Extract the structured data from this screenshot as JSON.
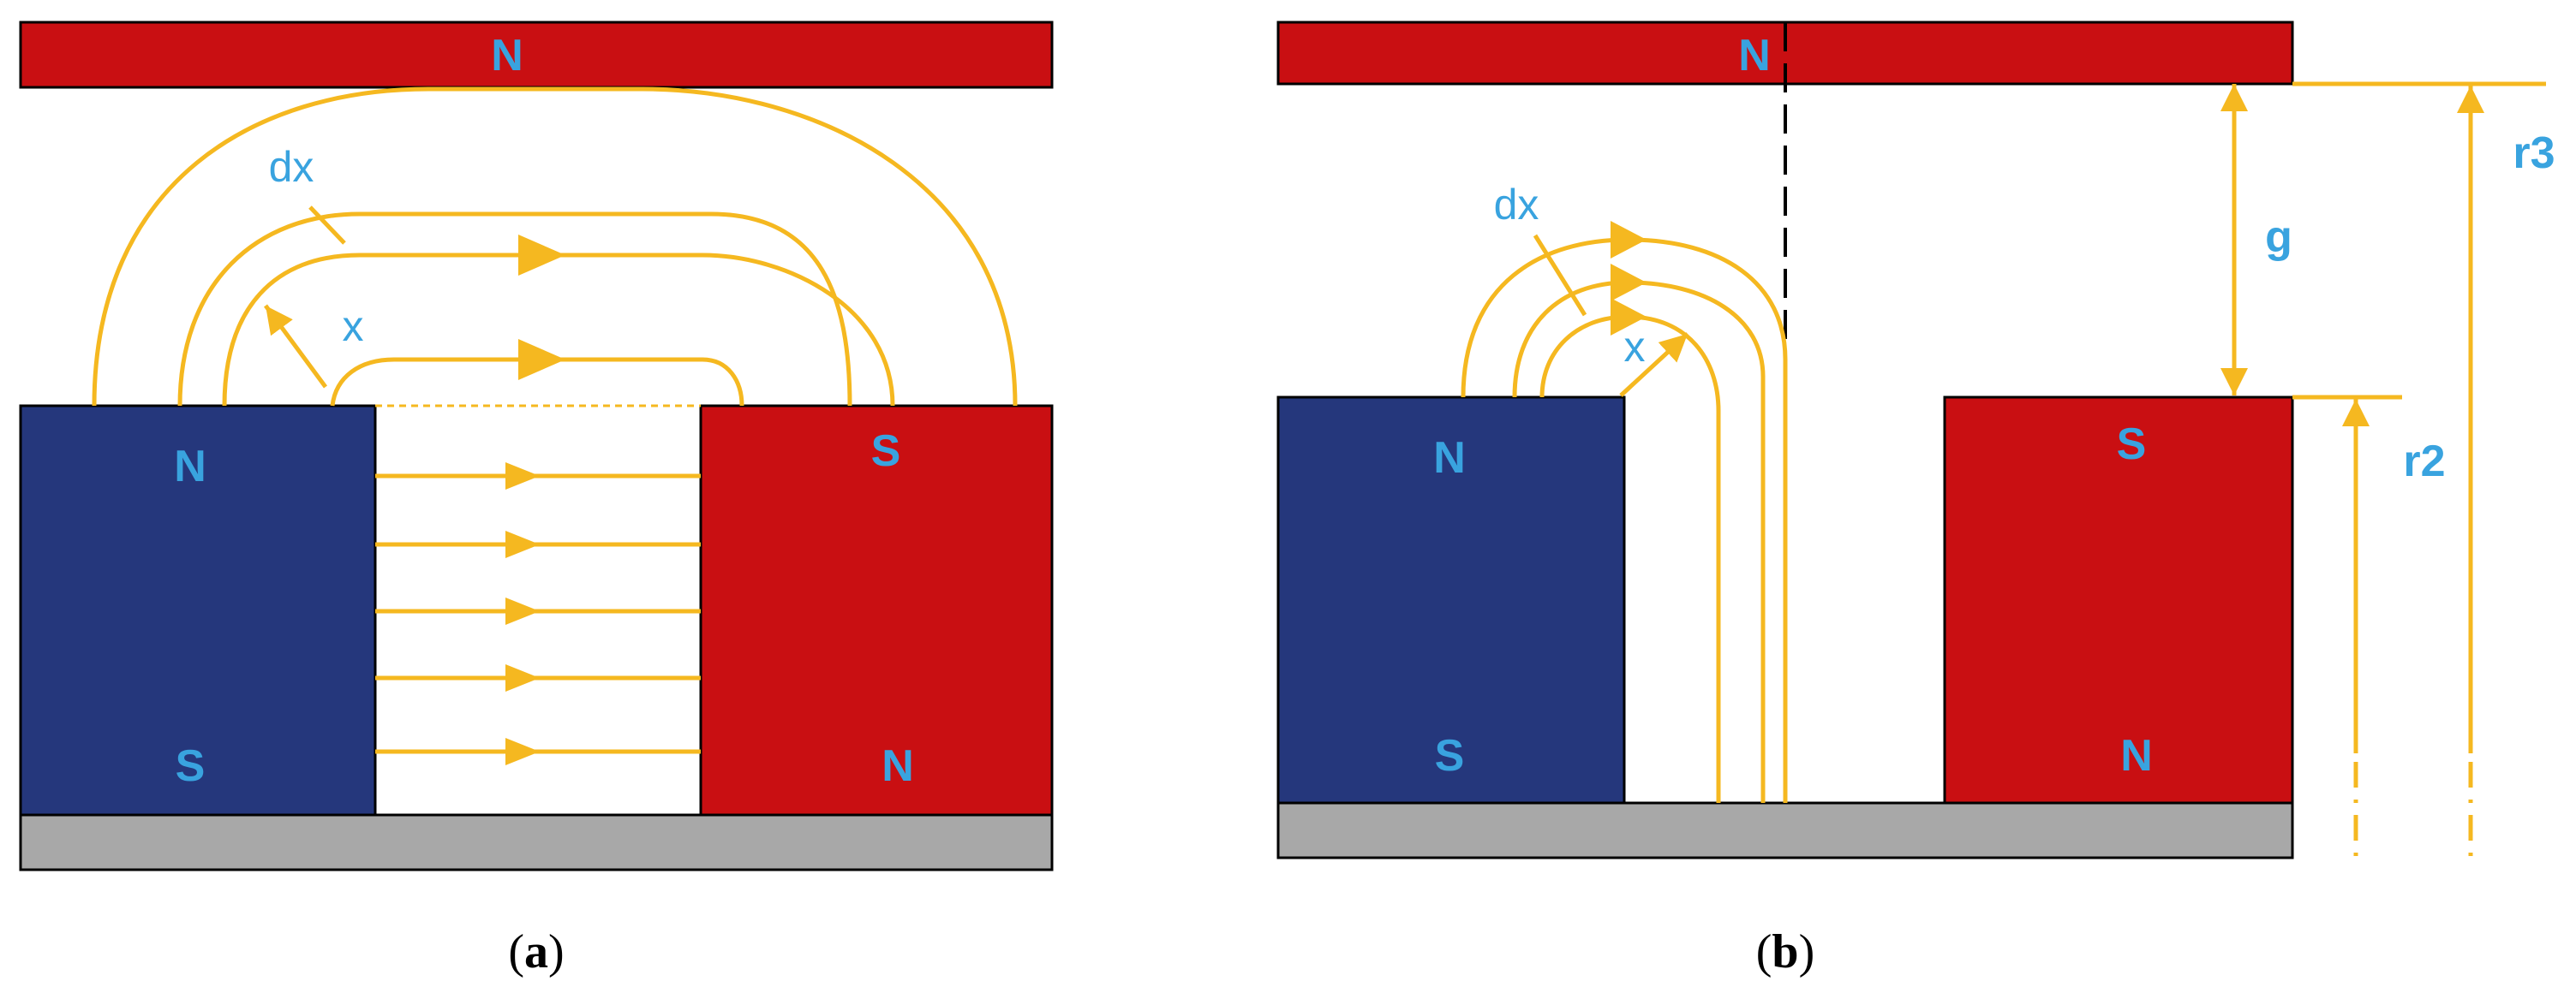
{
  "colors": {
    "magnet_red": "#c90f12",
    "magnet_blue": "#25377c",
    "base_gray": "#a8a8a8",
    "flux_line": "#f5b820",
    "label_text": "#39a3df",
    "outline": "#000000"
  },
  "panel_a": {
    "caption": "(a)",
    "caption_bold": "a",
    "top_magnet_pole": "N",
    "left_magnet_top_pole": "N",
    "left_magnet_bottom_pole": "S",
    "right_magnet_top_pole": "S",
    "right_magnet_bottom_pole": "N",
    "label_dx": "dx",
    "label_x": "x"
  },
  "panel_b": {
    "caption": "(b)",
    "caption_bold": "b",
    "top_magnet_pole": "N",
    "left_magnet_top_pole": "N",
    "left_magnet_bottom_pole": "S",
    "right_magnet_top_pole": "S",
    "right_magnet_bottom_pole": "N",
    "label_dx": "dx",
    "label_x": "x",
    "label_g": "g",
    "label_r2": "r2",
    "label_r3": "r3"
  }
}
